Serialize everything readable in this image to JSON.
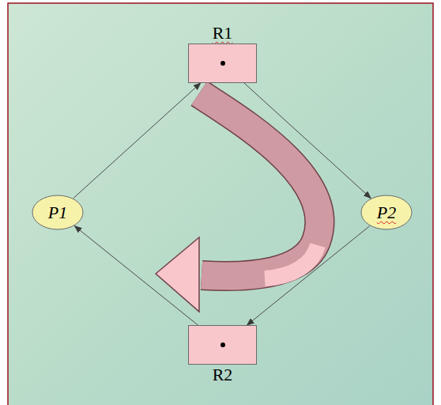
{
  "diagram": {
    "nodes": [
      {
        "text": [
          "R1"
        ]
      },
      {
        "text": [
          "P1"
        ]
      },
      {
        "text": [
          "P2"
        ]
      },
      {
        "text": [
          "R2"
        ]
      }
    ],
    "edges": [
      {
        "from": 1,
        "to": 0,
        "arrow": "to"
      },
      {
        "from": 0,
        "to": 2,
        "arrow": "to"
      },
      {
        "from": 2,
        "to": 3,
        "arrow": "to"
      },
      {
        "from": 3,
        "to": 1,
        "arrow": "to"
      }
    ]
  }
}
